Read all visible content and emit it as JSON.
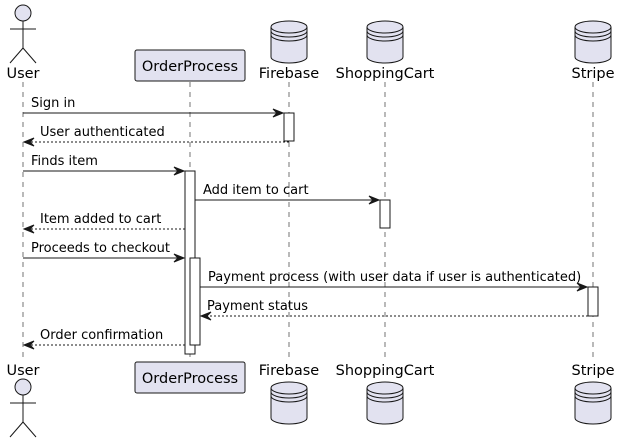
{
  "diagram": {
    "participants": [
      {
        "id": "user",
        "name": "User",
        "kind": "actor"
      },
      {
        "id": "order",
        "name": "OrderProcess",
        "kind": "participant"
      },
      {
        "id": "firebase",
        "name": "Firebase",
        "kind": "database"
      },
      {
        "id": "cart",
        "name": "ShoppingCart",
        "kind": "database"
      },
      {
        "id": "stripe",
        "name": "Stripe",
        "kind": "database"
      }
    ],
    "messages": [
      {
        "from": "user",
        "to": "firebase",
        "text": "Sign in",
        "style": "solid"
      },
      {
        "from": "firebase",
        "to": "user",
        "text": "User authenticated",
        "style": "dashed"
      },
      {
        "from": "user",
        "to": "order",
        "text": "Finds item",
        "style": "solid"
      },
      {
        "from": "order",
        "to": "cart",
        "text": "Add item to cart",
        "style": "solid"
      },
      {
        "from": "order",
        "to": "user",
        "text": "Item added to cart",
        "style": "dashed"
      },
      {
        "from": "user",
        "to": "order",
        "text": "Proceeds to checkout",
        "style": "solid"
      },
      {
        "from": "order",
        "to": "stripe",
        "text": "Payment process (with user data if user is authenticated)",
        "style": "solid"
      },
      {
        "from": "stripe",
        "to": "order",
        "text": "Payment status",
        "style": "dashed"
      },
      {
        "from": "order",
        "to": "user",
        "text": "Order confirmation",
        "style": "dashed"
      }
    ],
    "colors": {
      "participant_fill": "#e2e2f0",
      "participant_stroke": "#181818",
      "lifeline": "#181818",
      "activation_fill": "#ffffff",
      "arrow": "#181818"
    }
  }
}
